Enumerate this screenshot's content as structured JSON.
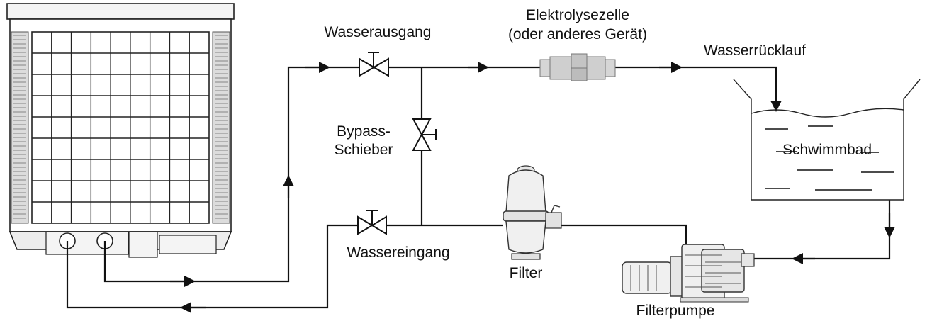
{
  "labels": {
    "outlet": "Wasserausgang",
    "device_line1": "Elektrolysezelle",
    "device_line2": "(oder anderes Gerät)",
    "return": "Wasserrücklauf",
    "bypass_line1": "Bypass-",
    "bypass_line2": "Schieber",
    "pool": "Schwimmbad",
    "inlet": "Wassereingang",
    "filter": "Filter",
    "pump": "Filterpumpe"
  },
  "icons": {
    "heat_pump": "heat-pump-unit-icon",
    "valve": "gate-valve-icon",
    "cell": "electrolysis-cell-icon",
    "filter": "sand-filter-icon",
    "pump": "filter-pump-icon",
    "pool": "swimming-pool-icon"
  },
  "colors": {
    "line": "#111111",
    "cell_fill": "#cfcfcf",
    "unit_fill": "#f4f4f4"
  }
}
